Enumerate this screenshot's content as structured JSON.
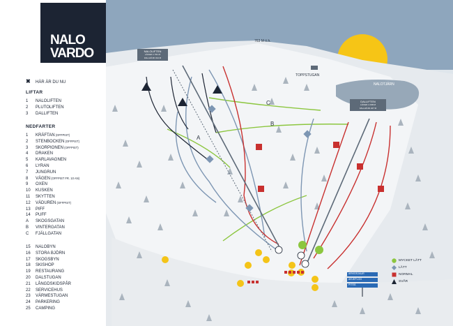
{
  "brand": {
    "line1": "NALO",
    "line2": "VARDO"
  },
  "you_are_here": {
    "icon": "cross-icon",
    "label": "HÄR ÄR DU NU"
  },
  "lifts": {
    "heading": "LIFTAR",
    "items": [
      {
        "num": "1",
        "name": "NALOLIFTEN"
      },
      {
        "num": "2",
        "name": "PLUTOLIFTEN"
      },
      {
        "num": "3",
        "name": "DALLIFTEN"
      }
    ]
  },
  "runs": {
    "heading": "NEDFARTER",
    "items": [
      {
        "num": "1",
        "name": "KRÄFTAN",
        "note": "(OFFPIST)"
      },
      {
        "num": "2",
        "name": "STENBOCKEN",
        "note": "(OFFPIST)"
      },
      {
        "num": "3",
        "name": "SKORPIONEN",
        "note": "(OFFPIST)"
      },
      {
        "num": "4",
        "name": "DRAKEN",
        "note": ""
      },
      {
        "num": "5",
        "name": "KARLAVAGNEN",
        "note": ""
      },
      {
        "num": "6",
        "name": "LYRAN",
        "note": ""
      },
      {
        "num": "7",
        "name": "JUNGRUN",
        "note": ""
      },
      {
        "num": "8",
        "name": "VÄGEN",
        "note": "(OFFPIST FR. 10 AN)"
      },
      {
        "num": "9",
        "name": "OXEN",
        "note": ""
      },
      {
        "num": "10",
        "name": "KUSKEN",
        "note": ""
      },
      {
        "num": "11",
        "name": "SKYTTEN",
        "note": ""
      },
      {
        "num": "12",
        "name": "VÄDUREN",
        "note": "(OFFPIST)"
      },
      {
        "num": "13",
        "name": "PIFF",
        "note": ""
      },
      {
        "num": "14",
        "name": "PUFF",
        "note": ""
      },
      {
        "num": "A",
        "name": "SKOGSGATAN",
        "note": ""
      },
      {
        "num": "B",
        "name": "VINTERGATAN",
        "note": ""
      },
      {
        "num": "C",
        "name": "FJÄLLGATAN",
        "note": ""
      }
    ]
  },
  "places": {
    "items": [
      {
        "num": "15",
        "name": "NALOBYN"
      },
      {
        "num": "16",
        "name": "STORA BJÖRN"
      },
      {
        "num": "17",
        "name": "SKOGSBYN"
      },
      {
        "num": "18",
        "name": "SKISHOP"
      },
      {
        "num": "19",
        "name": "RESTAURANG"
      },
      {
        "num": "20",
        "name": "DALSTUGAN"
      },
      {
        "num": "21",
        "name": "LÅNGDSKIDSPÅR"
      },
      {
        "num": "22",
        "name": "SERVICEHUS"
      },
      {
        "num": "23",
        "name": "VÄRMESTUGAN"
      },
      {
        "num": "24",
        "name": "PARKERING"
      },
      {
        "num": "25",
        "name": "CAMPING"
      }
    ]
  },
  "difficulty": {
    "items": [
      {
        "label": "MYCKET LÄTT",
        "color": "#8cc63f",
        "shape": "circle"
      },
      {
        "label": "LÄTT",
        "color": "#7d96b3",
        "shape": "diamond"
      },
      {
        "label": "NORMAL",
        "color": "#c8302f",
        "shape": "square"
      },
      {
        "label": "SVÅR",
        "color": "#1c2433",
        "shape": "triangle"
      }
    ]
  },
  "summit": {
    "label": "763 M ö.h."
  },
  "toppstugan": {
    "label": "TOPPSTUGAN"
  },
  "lake": {
    "label": "NALOTJÄRN"
  },
  "naloliften_sign": {
    "line1": "NALOLIFTEN",
    "line2": "LÄNGD 1 701 M",
    "line3": "FALLHÖJD 314 M"
  },
  "dalliften_sign": {
    "line1": "DALLIFTEN",
    "line2": "LÄNGD 1 038 M",
    "line3": "FALLHÖJD 227 M"
  },
  "trail_letters": {
    "a": "A",
    "b": "B",
    "c": "C"
  },
  "direction_signs": [
    "ARVIDSJAUR",
    "ARJEPLOG",
    "PITEÅ"
  ],
  "colors": {
    "sky": "#8ea6bd",
    "sun": "#f6c516",
    "navy": "#1c2433",
    "red": "#c8302f",
    "green": "#8cc63f",
    "blue": "#7d96b3",
    "yellow": "#f4c418",
    "snow": "#eef1f4"
  }
}
